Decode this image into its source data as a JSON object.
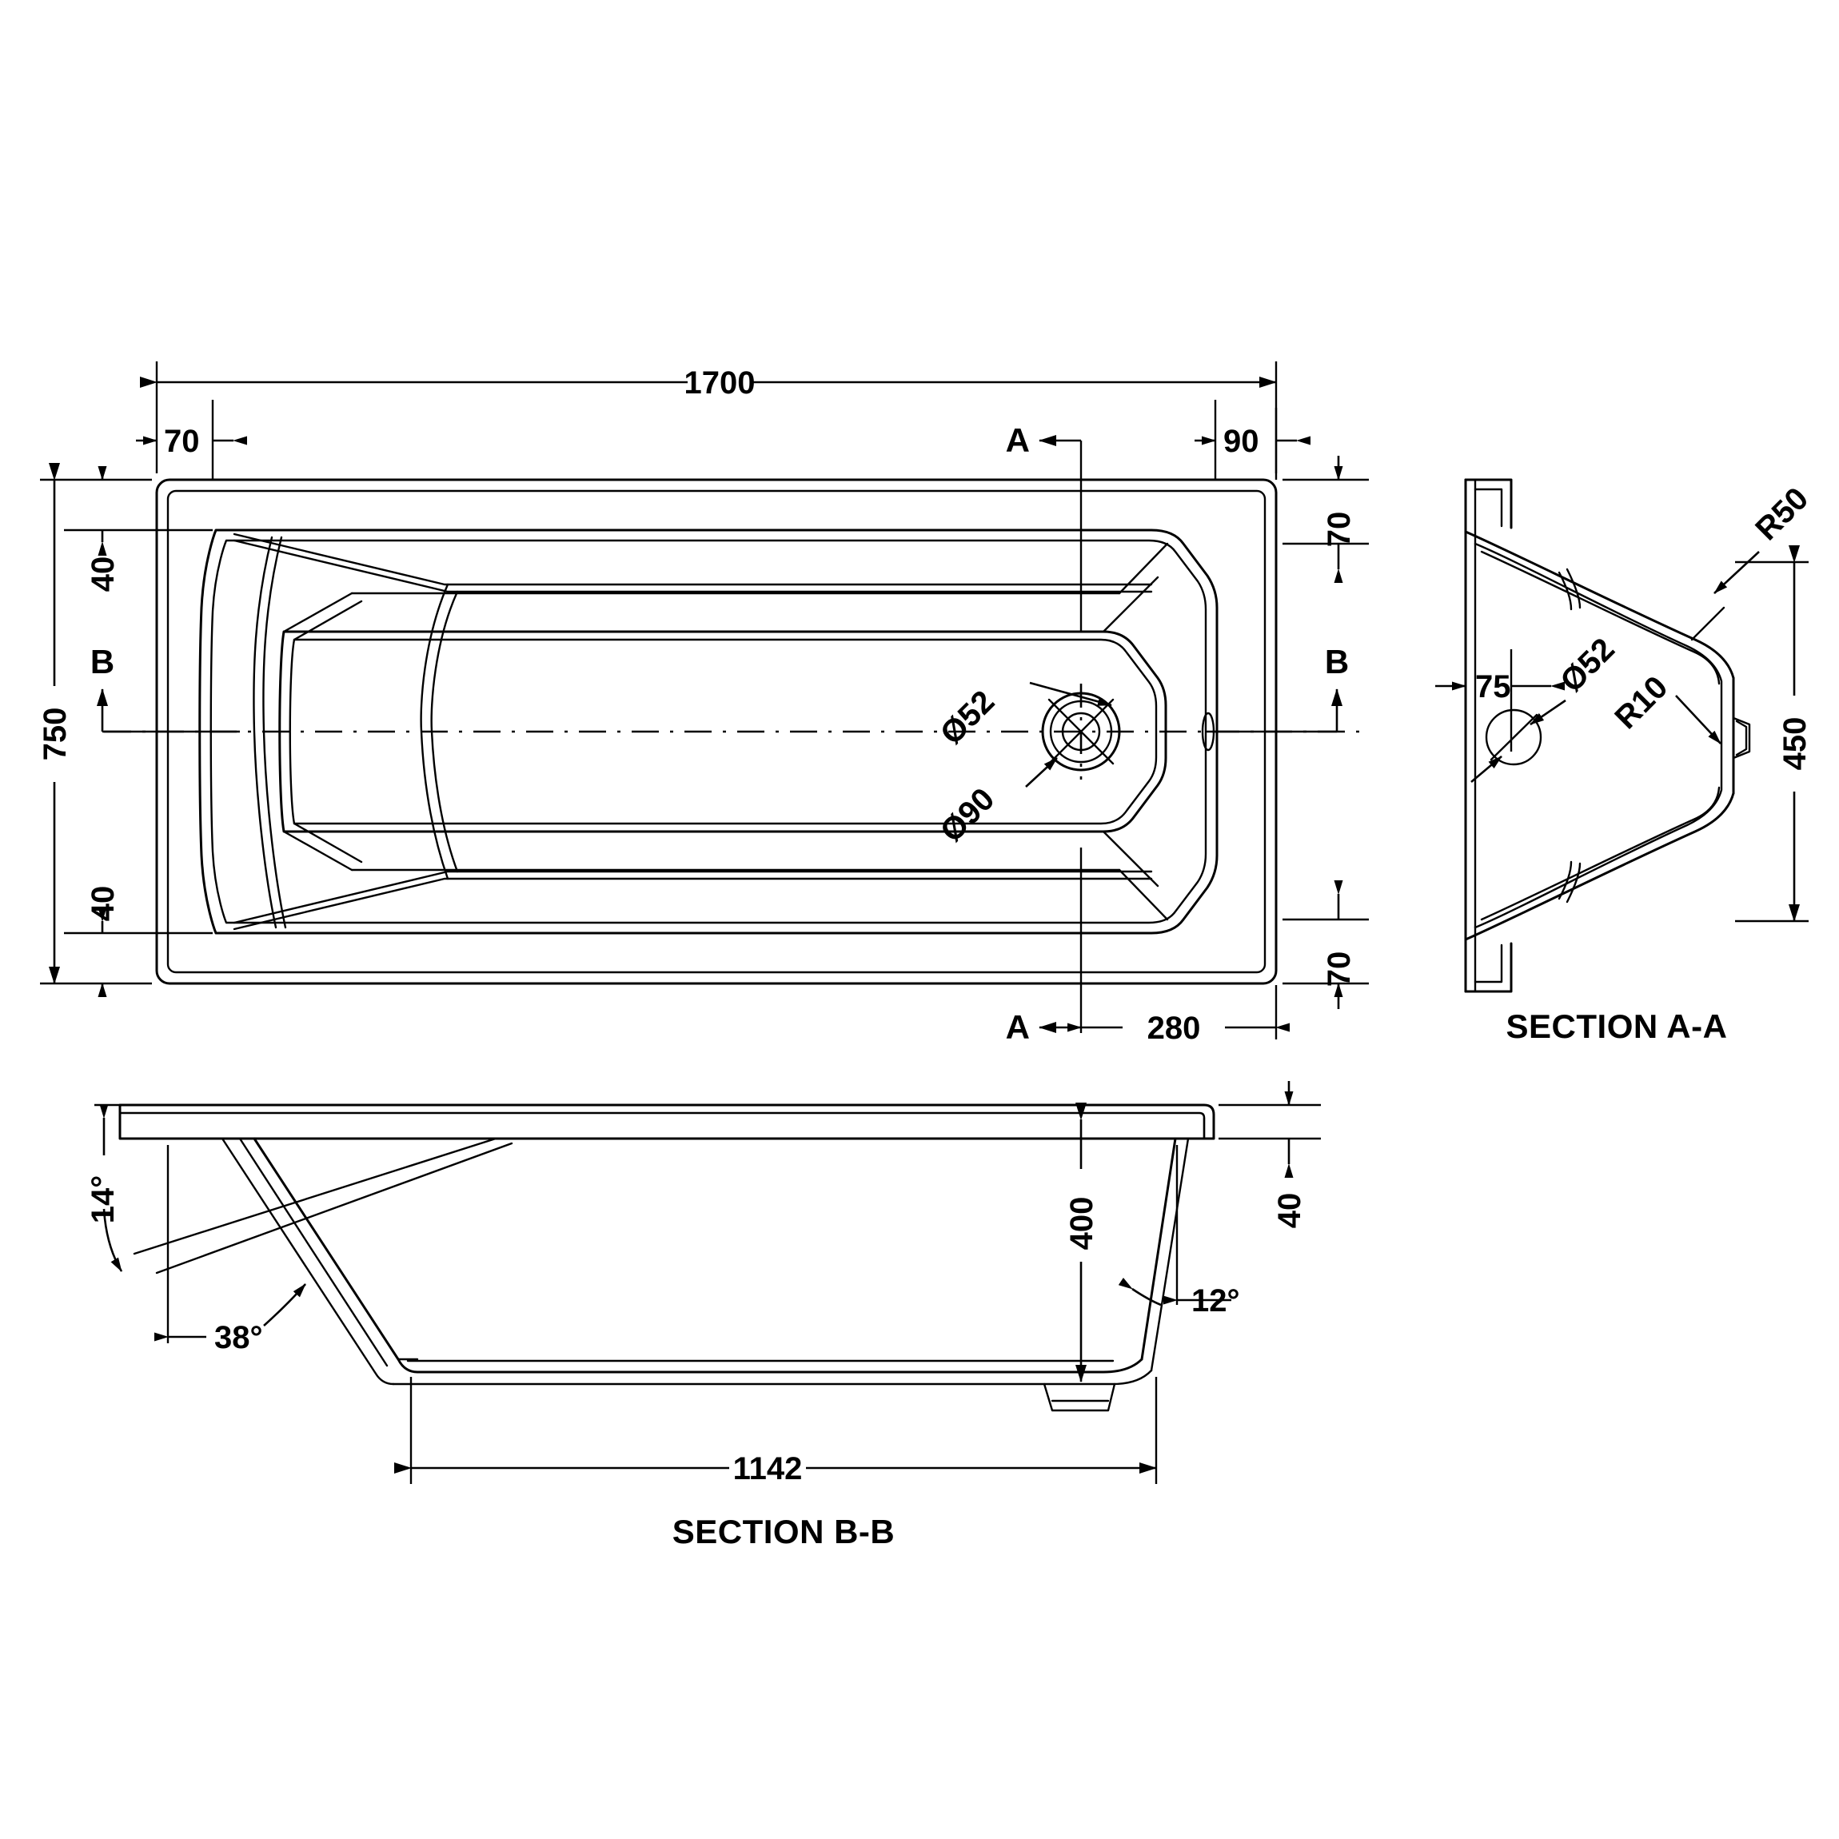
{
  "drawing": {
    "type": "engineering-drawing",
    "subject": "single-ended rectangular bath",
    "units": "mm"
  },
  "plan_view": {
    "name": "plan-view",
    "dimensions": {
      "overall_length": "1700",
      "overall_width": "750",
      "left_rim_width": "70",
      "right_rim_width": "90",
      "top_rim_offset": "40",
      "bottom_rim_offset": "40",
      "right_top_offset": "70",
      "right_bottom_offset": "70",
      "waste_from_right_end": "280"
    },
    "section_marks": {
      "a_top": "A",
      "a_bottom": "A",
      "b_left": "B",
      "b_right": "B"
    },
    "waste": {
      "outer_dia": "Ø90",
      "inner_dia": "Ø52"
    }
  },
  "section_aa": {
    "name": "section-a-a",
    "title": "SECTION A-A",
    "dimensions": {
      "height": "450",
      "overflow_from_edge": "75",
      "overflow_dia": "Ø52",
      "top_radius": "R50",
      "bottom_radius": "R10"
    }
  },
  "section_bb": {
    "name": "section-b-b",
    "title": "SECTION B-B",
    "dimensions": {
      "internal_depth": "400",
      "rim_thickness": "40",
      "base_length": "1142",
      "backrest_angle": "14°",
      "head_end_angle": "38°",
      "foot_end_angle": "12°"
    }
  },
  "style": {
    "line_color": "#000000",
    "background": "#ffffff"
  }
}
